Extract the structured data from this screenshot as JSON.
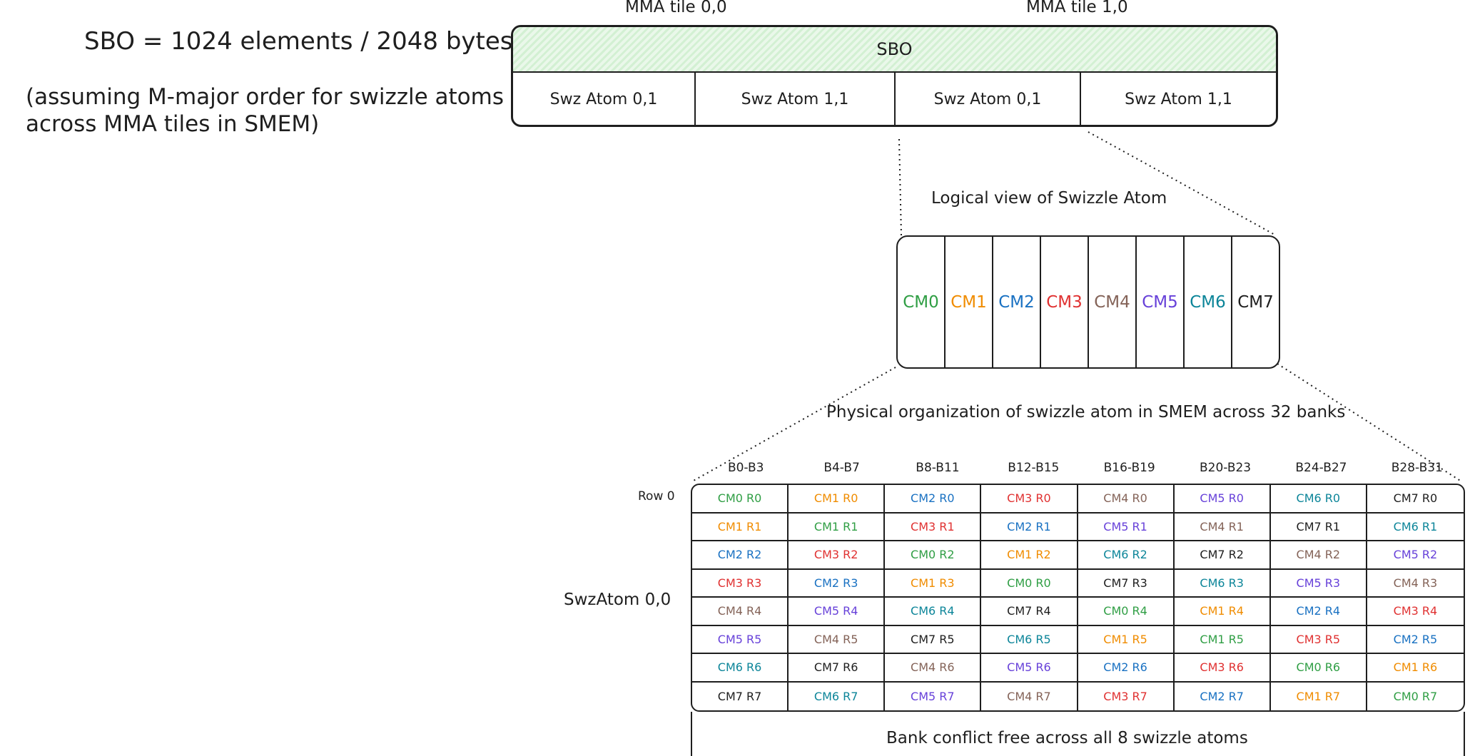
{
  "colors": {
    "CM0": "#2f9e44",
    "CM1": "#f08c00",
    "CM2": "#1971c2",
    "CM3": "#e03131",
    "CM4": "#846358",
    "CM5": "#6741d9",
    "CM6": "#0c8599",
    "CM7": "#1e1e1e",
    "sbo_fill": "#d3f0d3",
    "stroke": "#1e1e1e"
  },
  "notes": {
    "sbo_size": "SBO = 1024 elements / 2048 bytes",
    "assumption_line1": "(assuming M-major order for swizzle atoms",
    "assumption_line2": "across MMA tiles in SMEM)"
  },
  "top": {
    "tile_labels": [
      "MMA tile 0,0",
      "MMA tile 1,0"
    ],
    "sbo_label": "SBO",
    "atoms": [
      "Swz Atom 0,1",
      "Swz Atom 1,1",
      "Swz Atom 0,1",
      "Swz Atom 1,1"
    ]
  },
  "logical": {
    "title": "Logical view of Swizzle Atom",
    "columns": [
      "CM0",
      "CM1",
      "CM2",
      "CM3",
      "CM4",
      "CM5",
      "CM6",
      "CM7"
    ]
  },
  "physical": {
    "title": "Physical organization of swizzle atom in SMEM across 32 banks",
    "banks": [
      "B0-B3",
      "B4-B7",
      "B8-B11",
      "B12-B15",
      "B16-B19",
      "B20-B23",
      "B24-B27",
      "B28-B31"
    ],
    "row_label": "Row 0",
    "atom_label": "SwzAtom 0,0",
    "rows": [
      [
        {
          "text": "CM0 R0",
          "cm": "CM0"
        },
        {
          "text": "CM1 R0",
          "cm": "CM1"
        },
        {
          "text": "CM2 R0",
          "cm": "CM2"
        },
        {
          "text": "CM3 R0",
          "cm": "CM3"
        },
        {
          "text": "CM4 R0",
          "cm": "CM4"
        },
        {
          "text": "CM5 R0",
          "cm": "CM5"
        },
        {
          "text": "CM6 R0",
          "cm": "CM6"
        },
        {
          "text": "CM7 R0",
          "cm": "CM7"
        }
      ],
      [
        {
          "text": "CM1 R1",
          "cm": "CM1"
        },
        {
          "text": "CM1 R1",
          "cm": "CM0"
        },
        {
          "text": "CM3 R1",
          "cm": "CM3"
        },
        {
          "text": "CM2 R1",
          "cm": "CM2"
        },
        {
          "text": "CM5 R1",
          "cm": "CM5"
        },
        {
          "text": "CM4 R1",
          "cm": "CM4"
        },
        {
          "text": "CM7 R1",
          "cm": "CM7"
        },
        {
          "text": "CM6 R1",
          "cm": "CM6"
        }
      ],
      [
        {
          "text": "CM2 R2",
          "cm": "CM2"
        },
        {
          "text": "CM3 R2",
          "cm": "CM3"
        },
        {
          "text": "CM0 R2",
          "cm": "CM0"
        },
        {
          "text": "CM1 R2",
          "cm": "CM1"
        },
        {
          "text": "CM6 R2",
          "cm": "CM6"
        },
        {
          "text": "CM7 R2",
          "cm": "CM7"
        },
        {
          "text": "CM4 R2",
          "cm": "CM4"
        },
        {
          "text": "CM5 R2",
          "cm": "CM5"
        }
      ],
      [
        {
          "text": "CM3 R3",
          "cm": "CM3"
        },
        {
          "text": "CM2 R3",
          "cm": "CM2"
        },
        {
          "text": "CM1 R3",
          "cm": "CM1"
        },
        {
          "text": "CM0 R0",
          "cm": "CM0"
        },
        {
          "text": "CM7 R3",
          "cm": "CM7"
        },
        {
          "text": "CM6 R3",
          "cm": "CM6"
        },
        {
          "text": "CM5 R3",
          "cm": "CM5"
        },
        {
          "text": "CM4 R3",
          "cm": "CM4"
        }
      ],
      [
        {
          "text": "CM4 R4",
          "cm": "CM4"
        },
        {
          "text": "CM5 R4",
          "cm": "CM5"
        },
        {
          "text": "CM6 R4",
          "cm": "CM6"
        },
        {
          "text": "CM7 R4",
          "cm": "CM7"
        },
        {
          "text": "CM0 R4",
          "cm": "CM0"
        },
        {
          "text": "CM1 R4",
          "cm": "CM1"
        },
        {
          "text": "CM2 R4",
          "cm": "CM2"
        },
        {
          "text": "CM3 R4",
          "cm": "CM3"
        }
      ],
      [
        {
          "text": "CM5 R5",
          "cm": "CM5"
        },
        {
          "text": "CM4 R5",
          "cm": "CM4"
        },
        {
          "text": "CM7 R5",
          "cm": "CM7"
        },
        {
          "text": "CM6 R5",
          "cm": "CM6"
        },
        {
          "text": "CM1 R5",
          "cm": "CM1"
        },
        {
          "text": "CM1 R5",
          "cm": "CM0"
        },
        {
          "text": "CM3 R5",
          "cm": "CM3"
        },
        {
          "text": "CM2 R5",
          "cm": "CM2"
        }
      ],
      [
        {
          "text": "CM6 R6",
          "cm": "CM6"
        },
        {
          "text": "CM7 R6",
          "cm": "CM7"
        },
        {
          "text": "CM4 R6",
          "cm": "CM4"
        },
        {
          "text": "CM5 R6",
          "cm": "CM5"
        },
        {
          "text": "CM2 R6",
          "cm": "CM2"
        },
        {
          "text": "CM3 R6",
          "cm": "CM3"
        },
        {
          "text": "CM0 R6",
          "cm": "CM0"
        },
        {
          "text": "CM1 R6",
          "cm": "CM1"
        }
      ],
      [
        {
          "text": "CM7 R7",
          "cm": "CM7"
        },
        {
          "text": "CM6 R7",
          "cm": "CM6"
        },
        {
          "text": "CM5 R7",
          "cm": "CM5"
        },
        {
          "text": "CM4 R7",
          "cm": "CM4"
        },
        {
          "text": "CM3 R7",
          "cm": "CM3"
        },
        {
          "text": "CM2 R7",
          "cm": "CM2"
        },
        {
          "text": "CM1 R7",
          "cm": "CM1"
        },
        {
          "text": "CM0 R7",
          "cm": "CM0"
        }
      ]
    ],
    "caption": "Bank conflict free across all 8 swizzle atoms"
  }
}
